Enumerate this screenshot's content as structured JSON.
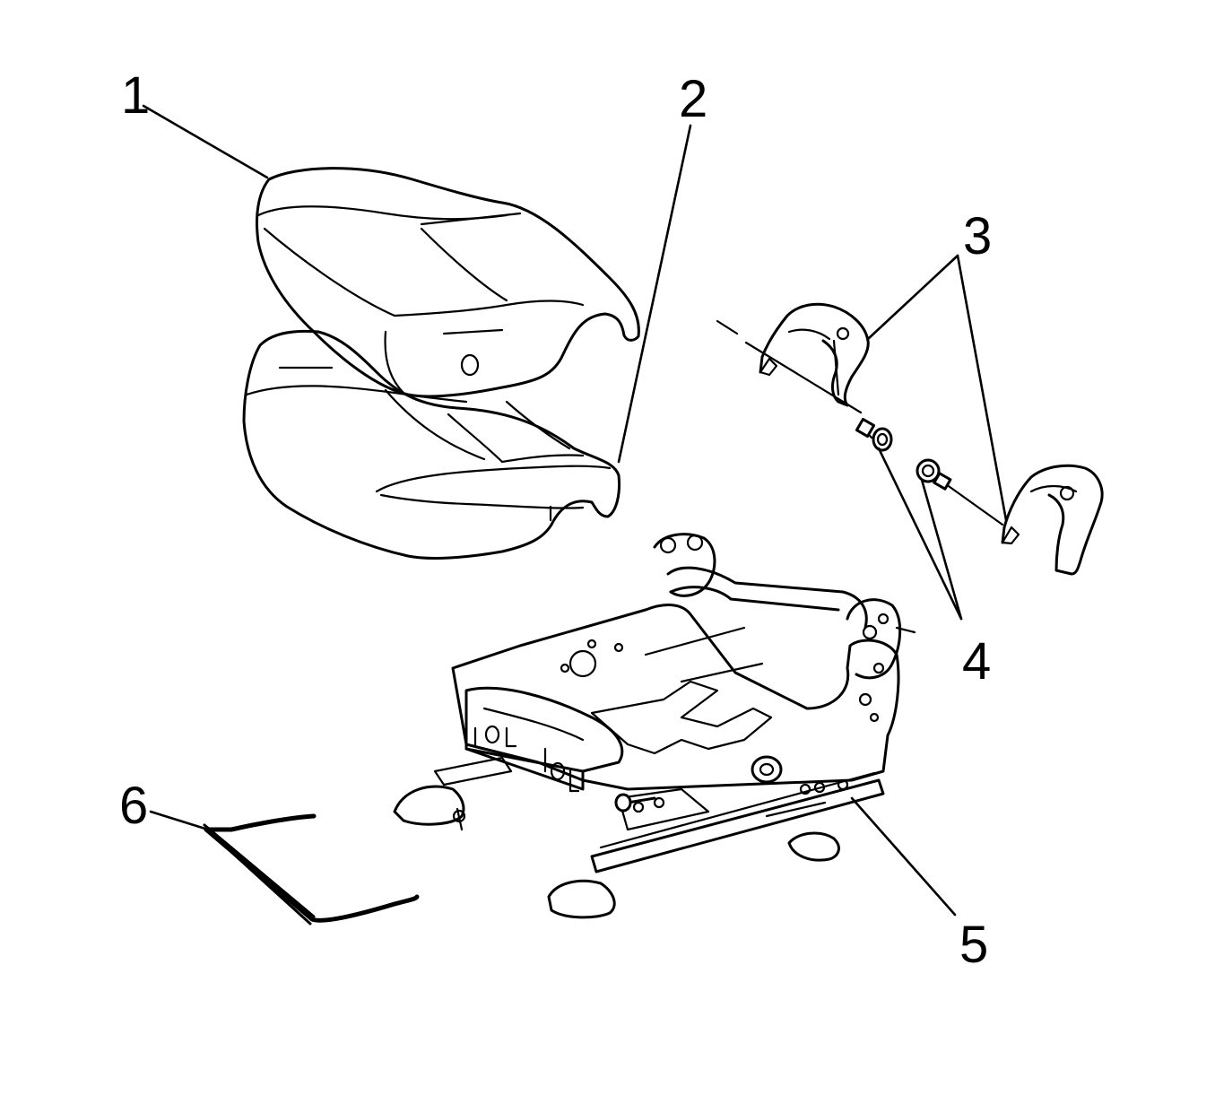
{
  "diagram": {
    "colors": {
      "ink": "#000000",
      "background": "#ffffff"
    },
    "callouts": [
      {
        "id": "1",
        "label": "1",
        "part": "seat-cushion-cover"
      },
      {
        "id": "2",
        "label": "2",
        "part": "seat-cushion-pad"
      },
      {
        "id": "3",
        "label": "3",
        "part": "seat-trim-panels"
      },
      {
        "id": "4",
        "label": "4",
        "part": "bolts"
      },
      {
        "id": "5",
        "label": "5",
        "part": "seat-adjuster-frame"
      },
      {
        "id": "6",
        "label": "6",
        "part": "seat-wire"
      }
    ]
  }
}
